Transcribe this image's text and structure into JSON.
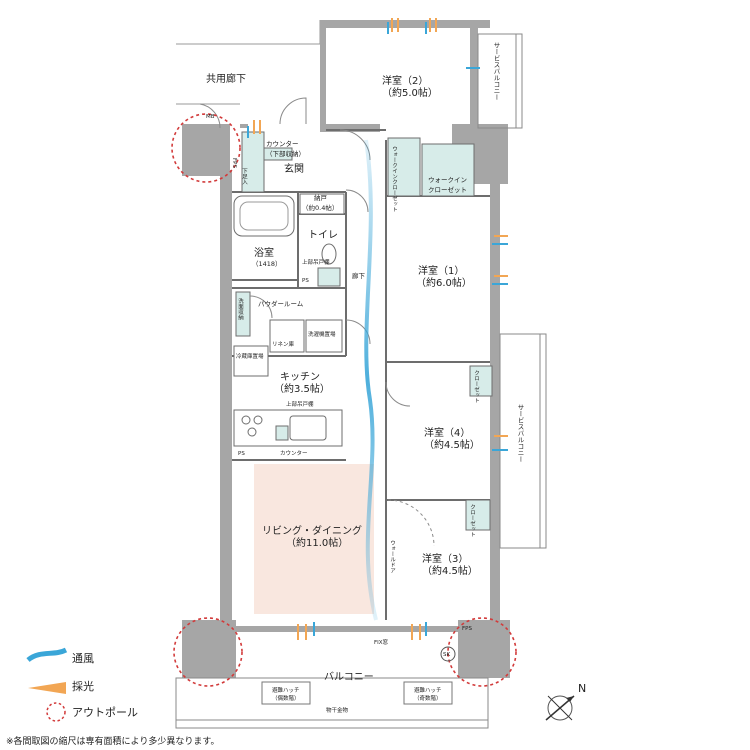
{
  "labels": {
    "kyoyo_roka": "共用廊下",
    "balcony_top_right": "サービスバルコニー",
    "balcony_right": "サービスバルコニー",
    "balcony_bottom": "バルコニー",
    "fixed_window": "FIX窓",
    "counter_top": "カウンター",
    "counter_top_sub": "（下部収納）",
    "genkan": "玄関",
    "shoe_box": "下足入",
    "mb": "MB",
    "fps_top": "FPS",
    "nando": "納戸",
    "nando_size": "（約0.4帖）",
    "toilet": "トイレ",
    "upper_cabinet_1": "上部吊戸棚",
    "bath": "浴室",
    "bath_size": "（1418）",
    "ps_1": "PS",
    "roka": "廊下",
    "powder_room": "パウダールーム",
    "washroom_storage": "洗面収納",
    "linen": "リネン庫",
    "washer": "洗濯機置場",
    "fridge": "冷蔵庫置場",
    "kitchen": "キッチン",
    "kitchen_size": "（約3.5帖）",
    "upper_cabinet_2": "上部吊戸棚",
    "ps_2": "PS",
    "counter_bottom": "カウンター",
    "living": "リビング・ダイニング",
    "living_size": "（約11.0帖）",
    "walk_door": "ウォールドア",
    "walkin_1": "ウォークインクローゼット",
    "walkin_2a": "ウォークイン",
    "walkin_2b": "クローゼット",
    "closet_1": "クローゼット",
    "closet_2": "クローゼット",
    "fps_bottom": "FPS",
    "sk": "SK",
    "hatch_left": "避難ハッチ",
    "hatch_left_sub": "（偶数階）",
    "hatch_right": "避難ハッチ",
    "hatch_right_sub": "（奇数階）",
    "laundry_rail": "物干金物",
    "compass_n": "N"
  },
  "rooms": {
    "room2": {
      "name": "洋室（2）",
      "size": "（約5.0帖）"
    },
    "room1": {
      "name": "洋室（1）",
      "size": "（約6.0帖）"
    },
    "room4": {
      "name": "洋室（4）",
      "size": "（約4.5帖）"
    },
    "room3": {
      "name": "洋室（3）",
      "size": "（約4.5帖）"
    }
  },
  "legend": {
    "ventilation": "通風",
    "daylight": "採光",
    "outpole": "アウトポール"
  },
  "colors": {
    "wall": "#a6a6a6",
    "living_fill": "#f9e7df",
    "storage_fill": "#d7ece9",
    "wind": "#3aa6d8",
    "light": "#f2a654",
    "outpole": "#d23b3b"
  },
  "note": "※各間取図の縮尺は専有面積により多少異なります。"
}
